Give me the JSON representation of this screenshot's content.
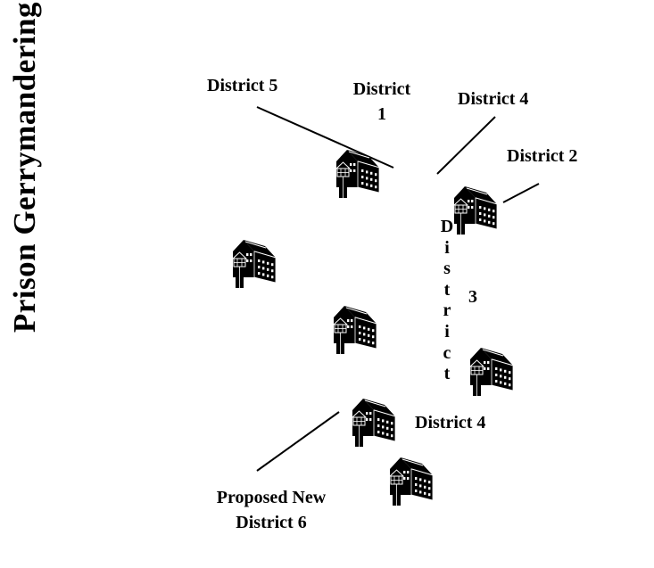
{
  "title": "Prison Gerrymandering",
  "labels": {
    "district5": "District 5",
    "district1_line1": "District",
    "district1_line2": "1",
    "district4_top": "District 4",
    "district2": "District 2",
    "district3_letters": [
      "D",
      "i",
      "s",
      "t",
      "r",
      "i",
      "c",
      "t"
    ],
    "district3_number": "3",
    "district4_bottom": "District 4",
    "district6_line1": "Proposed New",
    "district6_line2": "District 6"
  },
  "icons": {
    "prison": "prison-building-icon"
  },
  "colors": {
    "ink": "#000000",
    "background": "#ffffff"
  }
}
